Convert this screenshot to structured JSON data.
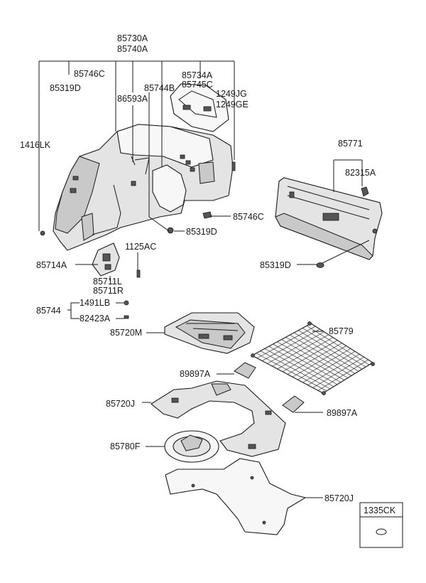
{
  "labels": {
    "p85730A": "85730A",
    "p85740A": "85740A",
    "p85746C_top": "85746C",
    "p85319D_top": "85319D",
    "p86593A": "86593A",
    "p85744B": "85744B",
    "p85734A": "85734A",
    "p85745C": "85745C",
    "p1249JG": "1249JG",
    "p1249GE": "1249GE",
    "p1416LK": "1416LK",
    "p85746C_mid": "85746C",
    "p85319D_mid": "85319D",
    "p1125AC": "1125AC",
    "p85714A": "85714A",
    "p85711L": "85711L",
    "p85711R": "85711R",
    "p1491LB": "1491LB",
    "p85744": "85744",
    "p82423A": "82423A",
    "p85771": "85771",
    "p82315A": "82315A",
    "p85319D_right": "85319D",
    "p85720M": "85720M",
    "p85779": "85779",
    "p89897A_left": "89897A",
    "p89897A_right": "89897A",
    "p85720J_upper": "85720J",
    "p85780F": "85780F",
    "p85720J_lower": "85720J",
    "p1335CK": "1335CK"
  }
}
